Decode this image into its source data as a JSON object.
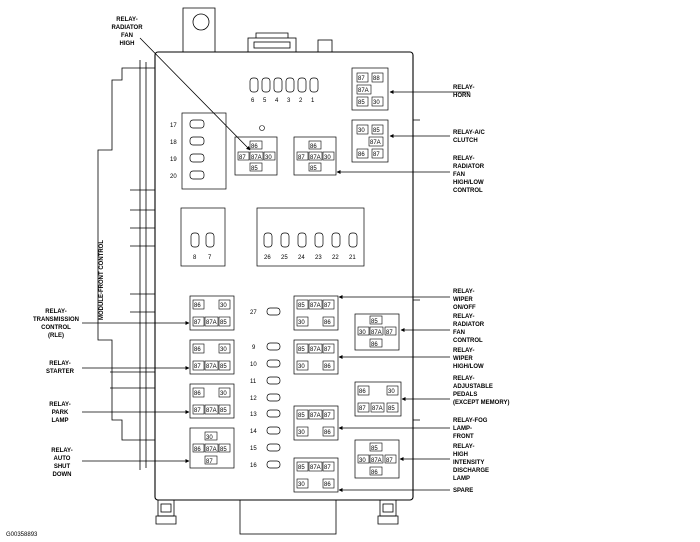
{
  "module_label": "MODULE-FRONT CONTROL",
  "figure_code": "G00358893",
  "callouts": {
    "relay_radiator_fan_high": [
      "RELAY-",
      "RADIATOR",
      "FAN",
      "HIGH"
    ],
    "relay_horn": [
      "RELAY-",
      "HORN"
    ],
    "relay_ac_clutch": [
      "RELAY-A/C",
      "CLUTCH"
    ],
    "relay_radiator_fan_highlow_control": [
      "RELAY-",
      "RADIATOR",
      "FAN",
      "HIGH/LOW",
      "CONTROL"
    ],
    "relay_transmission_control": [
      "RELAY-",
      "TRANSMISSION",
      "CONTROL",
      "(RLE)"
    ],
    "relay_starter": [
      "RELAY-",
      "STARTER"
    ],
    "relay_park_lamp": [
      "RELAY-",
      "PARK",
      "LAMP"
    ],
    "relay_auto_shut_down": [
      "RELAY-",
      "AUTO",
      "SHUT",
      "DOWN"
    ],
    "relay_wiper_onoff": [
      "RELAY-",
      "WIPER",
      "ON/OFF"
    ],
    "relay_radiator_fan_control": [
      "RELAY-",
      "RADIATOR",
      "FAN",
      "CONTROL"
    ],
    "relay_wiper_highlow": [
      "RELAY-",
      "WIPER",
      "HIGH/LOW"
    ],
    "relay_adjustable_pedals": [
      "RELAY-",
      "ADJUSTABLE",
      "PEDALS",
      "(EXCEPT MEMORY)"
    ],
    "relay_fog_lamp_front": [
      "RELAY-FOG",
      "LAMP-",
      "FRONT"
    ],
    "relay_hid_lamp": [
      "RELAY-",
      "HIGH",
      "INTENSITY",
      "DISCHARGE",
      "LAMP"
    ],
    "spare": [
      "SPARE"
    ]
  },
  "pins": {
    "p87": "87",
    "p88": "88",
    "p87a": "87A",
    "p85": "85",
    "p30": "30",
    "p86": "86"
  },
  "fuse_numbers": {
    "top": [
      "6",
      "5",
      "4",
      "3",
      "2",
      "1"
    ],
    "left_column": [
      "17",
      "18",
      "19",
      "20"
    ],
    "middle_pair": [
      "8",
      "7"
    ],
    "middle_row": [
      "26",
      "25",
      "24",
      "23",
      "22",
      "21"
    ],
    "center_column": [
      "27",
      "9",
      "10",
      "11",
      "12",
      "13",
      "14",
      "15",
      "16"
    ]
  }
}
